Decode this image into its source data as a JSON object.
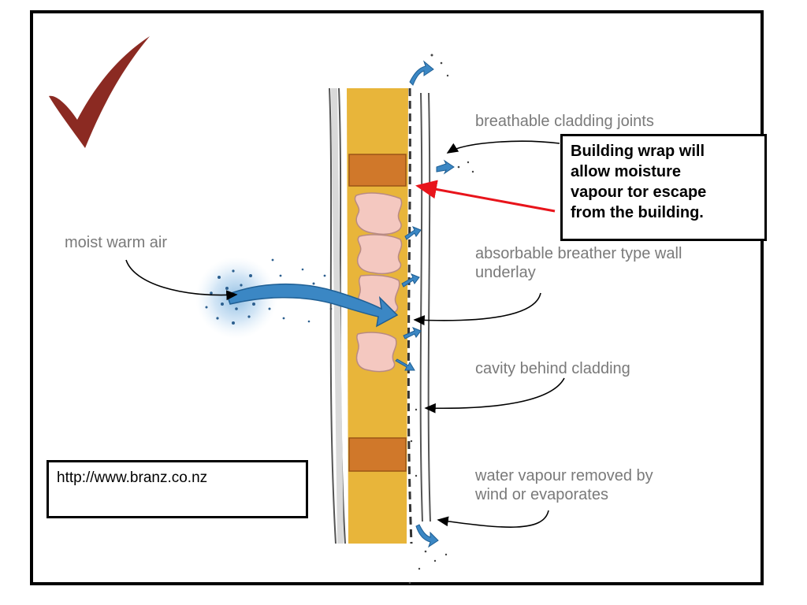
{
  "labels": {
    "moist_warm_air": "moist warm air",
    "breathable_cladding_joints": "breathable cladding joints",
    "absorbable_underlay": "absorbable breather type wall\nunderlay",
    "cavity": "cavity behind cladding",
    "water_vapour": "water vapour removed by\nwind or evaporates"
  },
  "callout": {
    "text": "Building wrap will\nallow moisture\nvapour tor escape\nfrom the building.",
    "arrow_color": "#e8141b"
  },
  "source": {
    "url": "http://www.branz.co.nz"
  },
  "icons": {
    "checkmark": "checkmark-icon",
    "checkmark_color": "#8b2a22"
  },
  "colors": {
    "insulation_yellow": "#e8b53a",
    "timber_orange": "#d0782a",
    "batt_pink": "#f4c8c0",
    "airflow_blue": "#3b87c4",
    "label_gray": "#7a7a7a"
  }
}
